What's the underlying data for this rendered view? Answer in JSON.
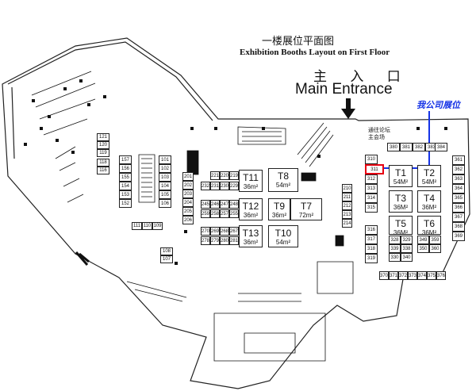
{
  "header": {
    "title_cn": "一楼展位平面图",
    "title_en": "Exhibition Booths Layout on First Floor",
    "entrance_cn": "主 入 口",
    "entrance_en": "Main Entrance"
  },
  "labels": {
    "our_booth": "我公司展位",
    "forum": "通往论坛主会场"
  },
  "colors": {
    "highlight": "#e60012",
    "callout": "#1533e6"
  },
  "booths": {
    "b121": "121",
    "b120": "120",
    "b119": "119",
    "b118": "118",
    "b116": "116",
    "b157": "157",
    "b156": "156",
    "b155": "155",
    "b154": "154",
    "b153": "153",
    "b152": "152",
    "b101": "101",
    "b102": "102",
    "b103": "103",
    "b104": "104",
    "b105": "105",
    "b106": "106",
    "b111": "111",
    "b110": "110",
    "b109": "109",
    "b108": "108",
    "b107": "107",
    "b201": "201",
    "b202": "202",
    "b203": "203",
    "b204": "204",
    "b205": "205",
    "b206": "206",
    "b221": "221",
    "b220": "220",
    "b219": "219",
    "b232": "232",
    "b231": "231",
    "b230": "230",
    "b229": "229",
    "b245": "245",
    "b246": "246",
    "b247": "247",
    "b248": "248",
    "b259": "259",
    "b258": "258",
    "b257": "257",
    "b255": "255",
    "b270": "270",
    "b269": "269",
    "b268": "268",
    "b267": "267",
    "b278": "278",
    "b279": "279",
    "b280": "280",
    "b281": "281",
    "b210": "210",
    "b211": "211",
    "b212": "212",
    "b213": "213",
    "b214": "214",
    "b310": "310",
    "b311": "311",
    "b312": "312",
    "b313": "313",
    "b314": "314",
    "b315": "315",
    "b316": "316",
    "b317": "317",
    "b318": "318",
    "b319": "319",
    "b380": "380",
    "b381": "381",
    "b382": "382",
    "b383": "383",
    "b384": "384",
    "b361": "361",
    "b362": "362",
    "b363": "363",
    "b364": "364",
    "b365": "365",
    "b366": "366",
    "b367": "367",
    "b368": "368",
    "b369": "369",
    "b328": "328",
    "b329": "329",
    "b330": "330",
    "b339": "339",
    "b338": "338",
    "b340": "340",
    "b349": "349",
    "b359": "359",
    "b350": "350",
    "b360": "360",
    "b370": "370",
    "b371": "371",
    "b372": "372",
    "b373": "373",
    "b374": "374",
    "b375": "375",
    "b376": "376"
  },
  "big_booths": {
    "t11": {
      "code": "T11",
      "area": "36m²"
    },
    "t8": {
      "code": "T8",
      "area": "54m²"
    },
    "t12": {
      "code": "T12",
      "area": "36m²"
    },
    "t9": {
      "code": "T9",
      "area": "36m²"
    },
    "t7": {
      "code": "T7",
      "area": "72m²"
    },
    "t13": {
      "code": "T13",
      "area": "36m²"
    },
    "t10": {
      "code": "T10",
      "area": "54m²"
    },
    "t1": {
      "code": "T1",
      "area": "54M²"
    },
    "t2": {
      "code": "T2",
      "area": "54M²"
    },
    "t3": {
      "code": "T3",
      "area": "36M²"
    },
    "t4": {
      "code": "T4",
      "area": "36M²"
    },
    "t5": {
      "code": "T5",
      "area": "36M²"
    },
    "t6": {
      "code": "T6",
      "area": "36M²"
    }
  }
}
